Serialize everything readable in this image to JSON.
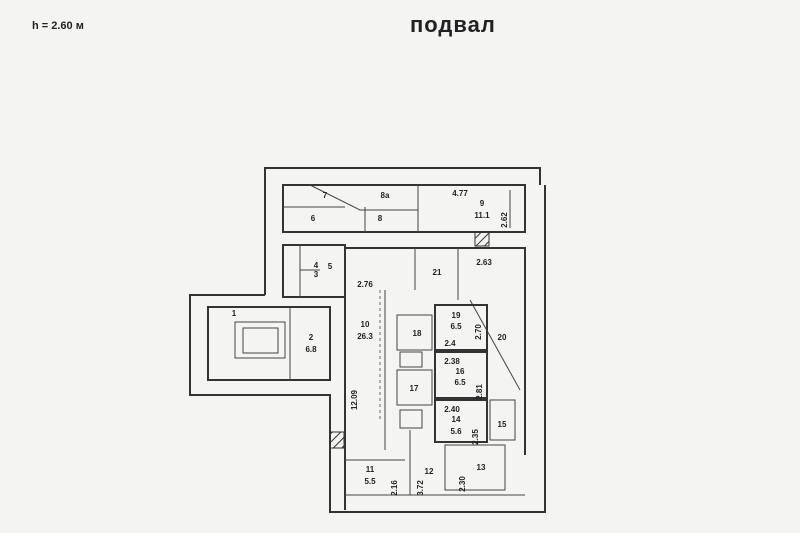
{
  "header": {
    "ceiling_height": "h = 2.60 м",
    "floor_title": "подвал"
  },
  "rooms": [
    {
      "number": "1"
    },
    {
      "number": "2",
      "area": "6.8"
    },
    {
      "number": "3"
    },
    {
      "number": "4"
    },
    {
      "number": "5"
    },
    {
      "number": "6"
    },
    {
      "number": "7"
    },
    {
      "number": "8"
    },
    {
      "number": "8a"
    },
    {
      "number": "9",
      "area": "11.1",
      "dim_a": "4.77",
      "dim_b": "2.62"
    },
    {
      "number": "10",
      "area": "26.3",
      "dim_a": "2.76",
      "dim_b": "12.09"
    },
    {
      "number": "11",
      "area": "5.5",
      "dim_a": "2.16"
    },
    {
      "number": "12",
      "dim_a": "3.72"
    },
    {
      "number": "13",
      "dim_a": "2.30"
    },
    {
      "number": "14",
      "area": "5.6",
      "dim_a": "2.40",
      "dim_b": "2.35"
    },
    {
      "number": "15"
    },
    {
      "number": "16",
      "area": "6.5",
      "dim_a": "2.38",
      "dim_b": "2.81"
    },
    {
      "number": "17"
    },
    {
      "number": "18"
    },
    {
      "number": "19",
      "area": "6.5",
      "dim_a": "2.4",
      "dim_b": "2.70"
    },
    {
      "number": "20"
    },
    {
      "number": "21",
      "dim_a": "2.63"
    }
  ]
}
